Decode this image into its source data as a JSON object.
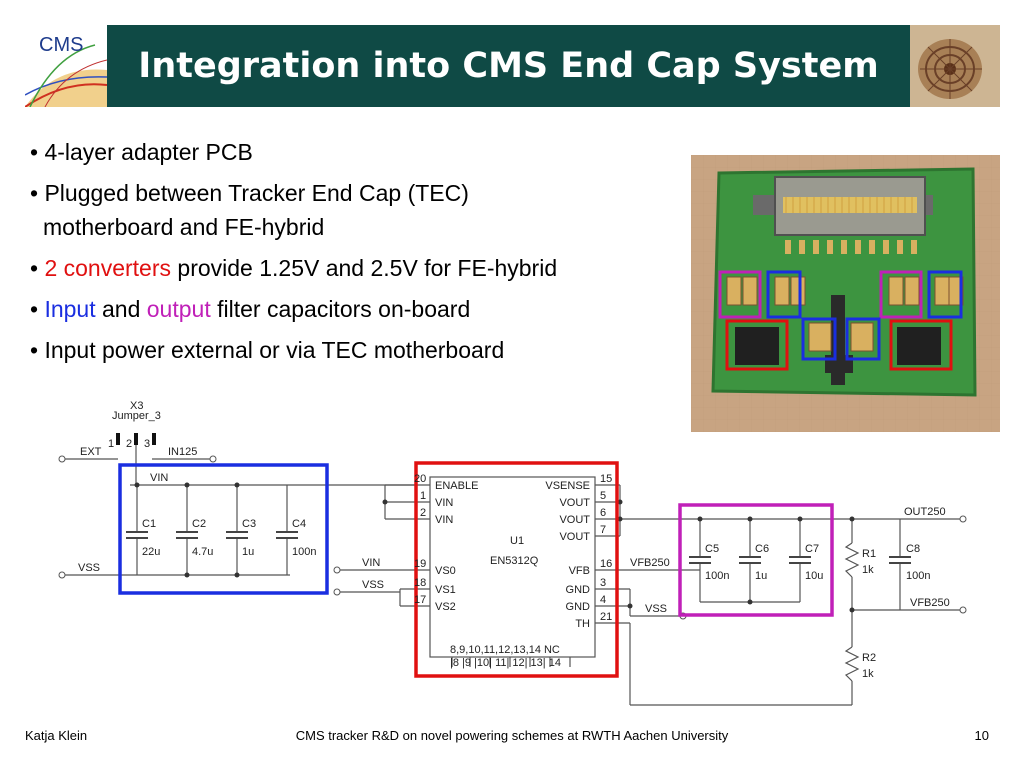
{
  "slide": {
    "title": "Integration into CMS End Cap System",
    "logo_text": "CMS"
  },
  "bullets": [
    {
      "segments": [
        {
          "text": "4-layer adapter PCB"
        }
      ]
    },
    {
      "segments": [
        {
          "text": "Plugged between Tracker End Cap (TEC)"
        }
      ],
      "continuation": "motherboard and FE-hybrid"
    },
    {
      "segments": [
        {
          "text": "2 converters",
          "color": "red"
        },
        {
          "text": " provide 1.25V and 2.5V for FE-hybrid"
        }
      ]
    },
    {
      "segments": [
        {
          "text": "Input",
          "color": "blue"
        },
        {
          "text": " and "
        },
        {
          "text": "output",
          "color": "magenta"
        },
        {
          "text": " filter capacitors on-board"
        }
      ]
    },
    {
      "segments": [
        {
          "text": "Input power external or via TEC motherboard"
        }
      ]
    }
  ],
  "colors": {
    "title_bar": "#0f4a45",
    "red": "#e01010",
    "blue": "#1a2ee0",
    "magenta": "#c020b8"
  },
  "schematic": {
    "jumper": {
      "ref": "X3",
      "name": "Jumper_3",
      "pins": [
        "1",
        "2",
        "3"
      ],
      "left_net": "EXT",
      "right_net": "IN125"
    },
    "nets": {
      "vin": "VIN",
      "vss": "VSS",
      "out250": "OUT250",
      "vfb250": "VFB250"
    },
    "input_caps": [
      {
        "ref": "C1",
        "value": "22u"
      },
      {
        "ref": "C2",
        "value": "4.7u"
      },
      {
        "ref": "C3",
        "value": "1u"
      },
      {
        "ref": "C4",
        "value": "100n"
      }
    ],
    "ic": {
      "ref": "U1",
      "part": "EN5312Q",
      "nc_text": "8,9,10,11,12,13,14 NC",
      "nc_pins": "|8 |9 |10| 11| 12| 13| 14",
      "left_pins": [
        {
          "num": "20",
          "name": "ENABLE"
        },
        {
          "num": "1",
          "name": "VIN"
        },
        {
          "num": "2",
          "name": "VIN"
        },
        {
          "num": "19",
          "name": "VS0"
        },
        {
          "num": "18",
          "name": "VS1"
        },
        {
          "num": "17",
          "name": "VS2"
        }
      ],
      "right_pins": [
        {
          "num": "15",
          "name": "VSENSE"
        },
        {
          "num": "5",
          "name": "VOUT"
        },
        {
          "num": "6",
          "name": "VOUT"
        },
        {
          "num": "7",
          "name": "VOUT"
        },
        {
          "num": "16",
          "name": "VFB"
        },
        {
          "num": "3",
          "name": "GND"
        },
        {
          "num": "4",
          "name": "GND"
        },
        {
          "num": "21",
          "name": "TH"
        }
      ],
      "left_nets": {
        "vs0": "VIN",
        "vs1": "VSS"
      },
      "right_nets": {
        "vfb": "VFB250",
        "gnd": "VSS"
      }
    },
    "output_caps": [
      {
        "ref": "C5",
        "value": "100n"
      },
      {
        "ref": "C6",
        "value": "1u"
      },
      {
        "ref": "C7",
        "value": "10u"
      }
    ],
    "resistors": [
      {
        "ref": "R1",
        "value": "1k"
      },
      {
        "ref": "R2",
        "value": "1k"
      }
    ],
    "cap_c8": {
      "ref": "C8",
      "value": "100n"
    }
  },
  "footer": {
    "author": "Katja Klein",
    "center": "CMS tracker R&D on novel powering schemes at RWTH Aachen University",
    "page": "10"
  }
}
